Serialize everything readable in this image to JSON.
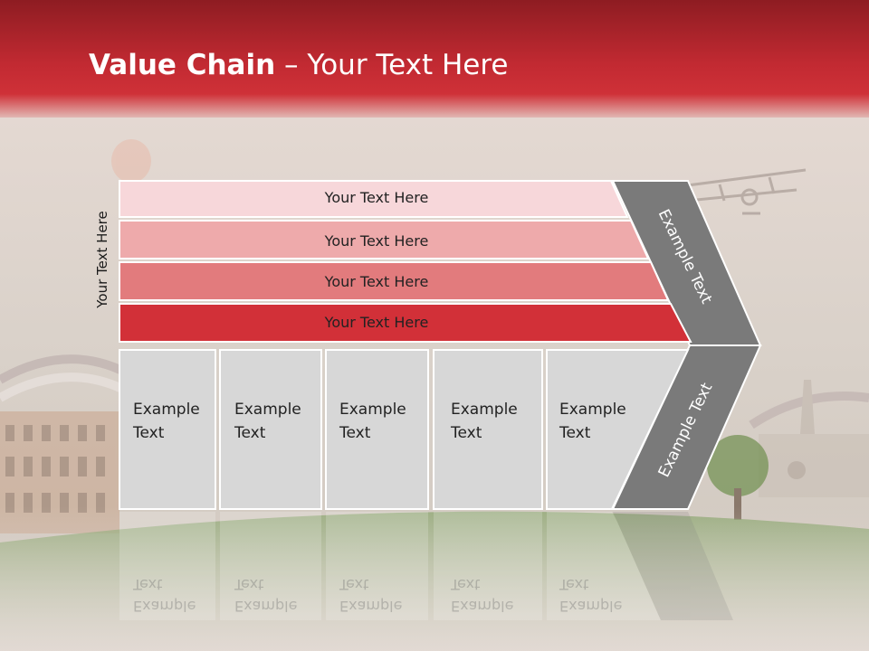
{
  "slide": {
    "title_bold": "Value Chain",
    "title_rest": " – Your Text Here",
    "side_label": "Your Text Here"
  },
  "bars": [
    {
      "label": "Your Text Here",
      "color": "#f7d7da"
    },
    {
      "label": "Your Text Here",
      "color": "#eeaaab"
    },
    {
      "label": "Your Text Here",
      "color": "#e27b7d"
    },
    {
      "label": "Your Text Here",
      "color": "#d23038"
    }
  ],
  "boxes": [
    {
      "line1": "Example",
      "line2": "Text"
    },
    {
      "line1": "Example",
      "line2": "Text"
    },
    {
      "line1": "Example",
      "line2": "Text"
    },
    {
      "line1": "Example",
      "line2": "Text"
    },
    {
      "line1": "Example",
      "line2": "Text"
    }
  ],
  "chevron": {
    "upper_label": "Example Text",
    "lower_label": "Example Text",
    "color": "#7a7a7a"
  },
  "colors": {
    "title_band": "#c22a32",
    "box_fill": "#d7d7d7",
    "box_stroke": "#ffffff"
  }
}
